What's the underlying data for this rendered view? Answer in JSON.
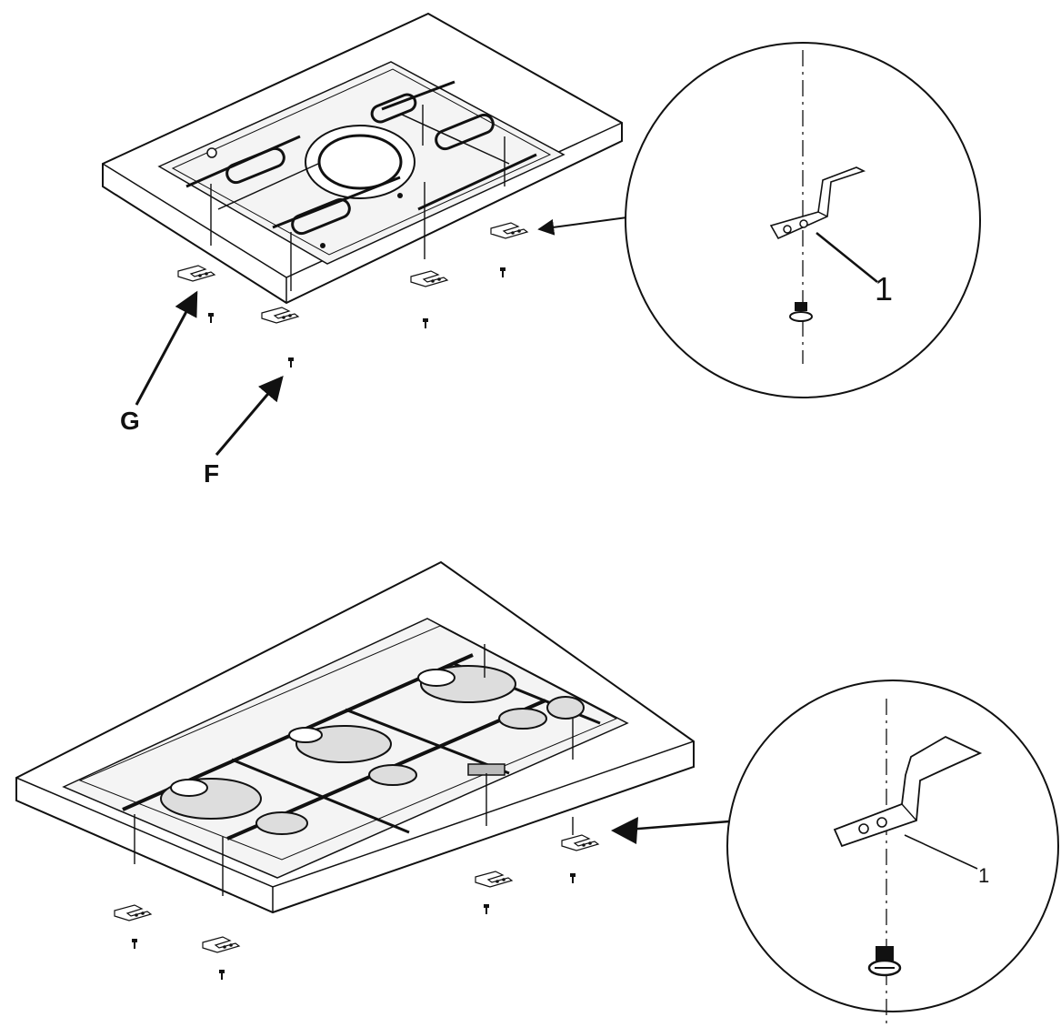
{
  "labels": {
    "top_g": "G",
    "top_f": "F",
    "top_detail_part": "1",
    "bottom_detail_part": "1"
  },
  "colors": {
    "ink": "#111111",
    "paper": "#ffffff",
    "panel_fill": "#f4f4f4"
  }
}
